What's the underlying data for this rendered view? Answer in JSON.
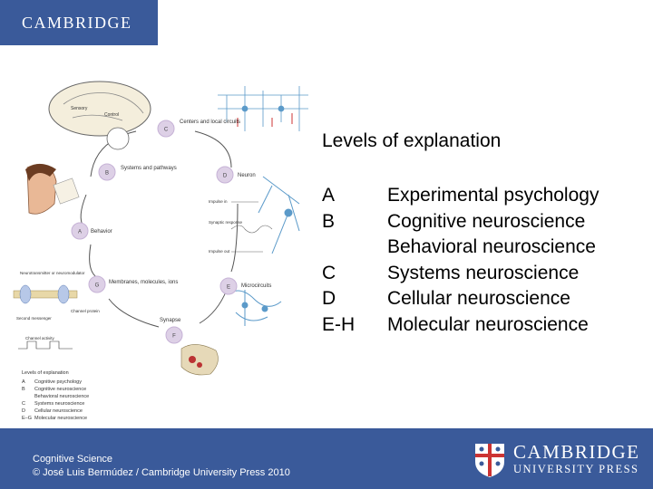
{
  "header": {
    "logo_text": "CAMBRIDGE"
  },
  "slide": {
    "heading": "Levels of explanation",
    "levels": [
      {
        "code": "A",
        "description": "Experimental psychology"
      },
      {
        "code": "B",
        "description": "Cognitive neuroscience"
      },
      {
        "code": "",
        "description": "Behavioral neuroscience"
      },
      {
        "code": "C",
        "description": "Systems neuroscience"
      },
      {
        "code": "D",
        "description": "Cellular neuroscience"
      },
      {
        "code": "E-H",
        "description": "Molecular neuroscience"
      }
    ]
  },
  "figure": {
    "stage_labels": {
      "centers": "Centers and local circuits",
      "systems": "Systems and pathways",
      "neuron": "Neuron",
      "behavior": "Behavior",
      "membranes": "Membranes, molecules, ions",
      "microcircuits": "Microcircuits",
      "synapse": "Synapse"
    },
    "stage_letters": {
      "a": "A",
      "b": "B",
      "c": "C",
      "d": "D",
      "e": "E",
      "f": "F",
      "g": "G"
    },
    "small_labels": {
      "sensory": "Sensory",
      "control": "Control",
      "impulse_in": "Impulse in",
      "synaptic_response": "Synaptic response",
      "impulse_out": "Impulse out",
      "neurotransmitter": "Neurotransmitter or neuromodulator",
      "second_messenger": "Second messenger",
      "channel_protein": "Channel protein",
      "channel_activity": "Channel activity",
      "legend_title": "Levels of explanation"
    },
    "legend": [
      {
        "code": "A",
        "text": "Cognitive psychology"
      },
      {
        "code": "B",
        "text": "Cognitive neuroscience"
      },
      {
        "code": "",
        "text": "Behavioral neuroscience"
      },
      {
        "code": "C",
        "text": "Systems neuroscience"
      },
      {
        "code": "D",
        "text": "Cellular neuroscience"
      },
      {
        "code": "E–G",
        "text": "Molecular neuroscience"
      }
    ]
  },
  "footer": {
    "course": "Cognitive Science",
    "credit": "© José Luis Bermúdez / Cambridge University Press 2010",
    "publisher_name": "CAMBRIDGE",
    "publisher_sub": "UNIVERSITY PRESS"
  },
  "colors": {
    "brand_blue": "#3a5a9a",
    "figure_accent": "#c6b2d6",
    "figure_circle": "#ddd0e6"
  }
}
